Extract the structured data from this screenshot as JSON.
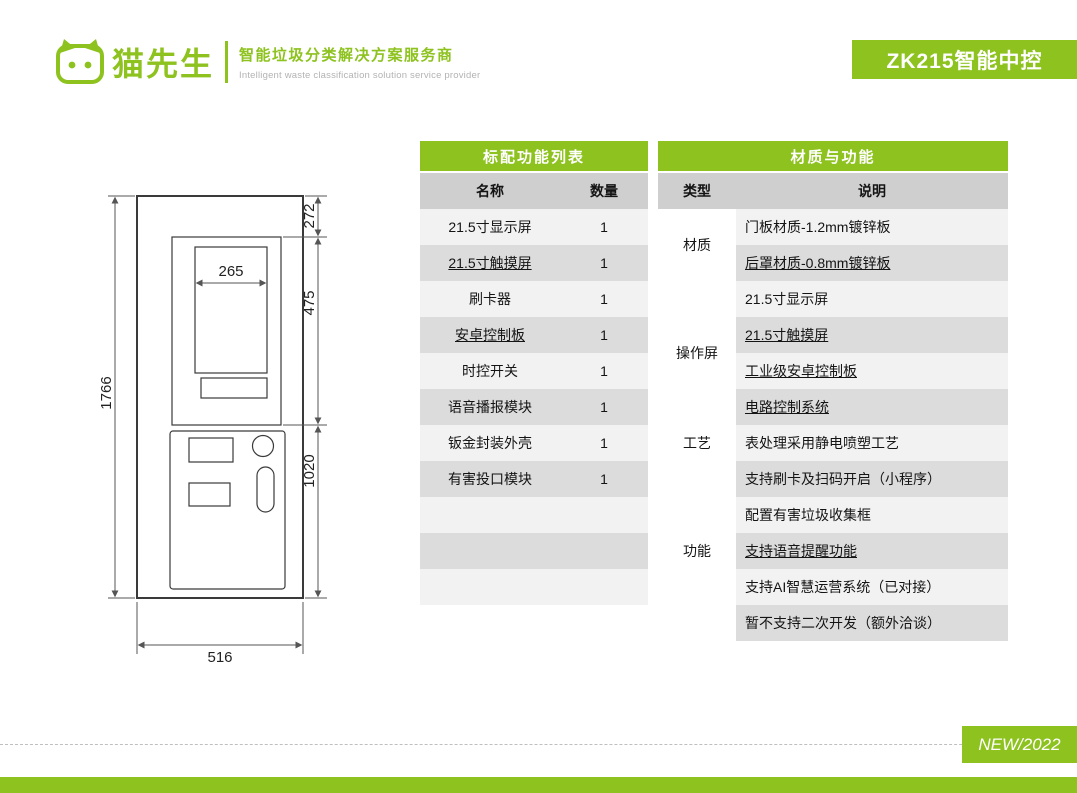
{
  "brand": {
    "name": "猫先生",
    "tagline_cn": "智能垃圾分类解决方案服务商",
    "tagline_en": "Intelligent waste classification solution service provider",
    "accent_green": "#8dc21f"
  },
  "model_badge": "ZK215智能中控",
  "drawing": {
    "overall_height": "1766",
    "overall_width": "516",
    "screen_width": "265",
    "seg_top": "272",
    "seg_screen": "475",
    "seg_bottom": "1020"
  },
  "table": {
    "left": {
      "header": "标配功能列表",
      "col_name": "名称",
      "col_qty": "数量",
      "rows": [
        {
          "name": "21.5寸显示屏",
          "qty": "1"
        },
        {
          "name": "21.5寸触摸屏",
          "qty": "1"
        },
        {
          "name": "刷卡器",
          "qty": "1"
        },
        {
          "name": "安卓控制板",
          "qty": "1"
        },
        {
          "name": "时控开关",
          "qty": "1"
        },
        {
          "name": "语音播报模块",
          "qty": "1"
        },
        {
          "name": "钣金封装外壳",
          "qty": "1"
        },
        {
          "name": "有害投口模块",
          "qty": "1"
        },
        {
          "name": "",
          "qty": ""
        },
        {
          "name": "",
          "qty": ""
        },
        {
          "name": "",
          "qty": ""
        }
      ]
    },
    "right": {
      "header": "材质与功能",
      "col_type": "类型",
      "col_desc": "说明",
      "groups": [
        {
          "type": "材质",
          "items": [
            "门板材质-1.2mm镀锌板",
            "后罩材质-0.8mm镀锌板"
          ]
        },
        {
          "type": "操作屏",
          "items": [
            "21.5寸显示屏",
            "21.5寸触摸屏",
            "工业级安卓控制板",
            "电路控制系统"
          ]
        },
        {
          "type": "工艺",
          "items": [
            "表处理采用静电喷塑工艺"
          ]
        },
        {
          "type": "功能",
          "items": [
            "支持刷卡及扫码开启（小程序）",
            "配置有害垃圾收集框",
            "支持语音提醒功能",
            "支持AI智慧运营系统（已对接）",
            "暂不支持二次开发（额外洽谈）"
          ]
        }
      ]
    }
  },
  "footer": {
    "badge": "NEW/2022"
  }
}
